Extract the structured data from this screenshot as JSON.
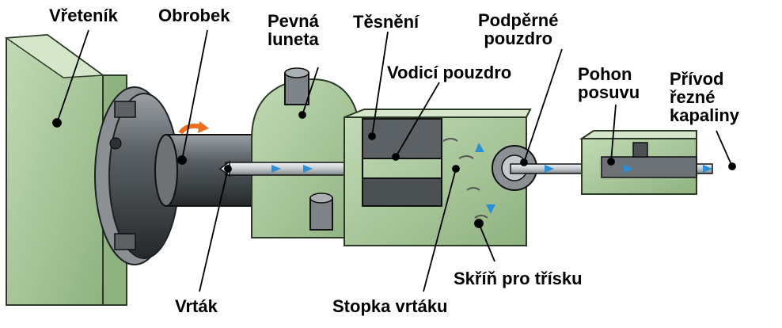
{
  "labels": {
    "vretenik": "Vřeteník",
    "obrobek": "Obrobek",
    "pevna_luneta": "Pevná\nluneta",
    "tesneni": "Těsnění",
    "podperne_pouzdro": "Podpěrné\npouzdro",
    "vodici_pouzdro": "Vodicí pouzdro",
    "pohon_posuvu": "Pohon\nposuvu",
    "privod_rezne_kapaliny": "Přívod\nřezné\nkapaliny",
    "skrin_pro_trisku": "Skříň pro třísku",
    "vrtak": "Vrták",
    "stopka_vrtaku": "Stopka vrtáku"
  },
  "colors": {
    "machine_green": "#a9c79a",
    "machine_green_dark": "#7fa571",
    "steel": "#5f6468",
    "steel_dark": "#2e3235",
    "coolant_arrow": "#2a8fd4",
    "rotation_arrow": "#e8701f"
  }
}
